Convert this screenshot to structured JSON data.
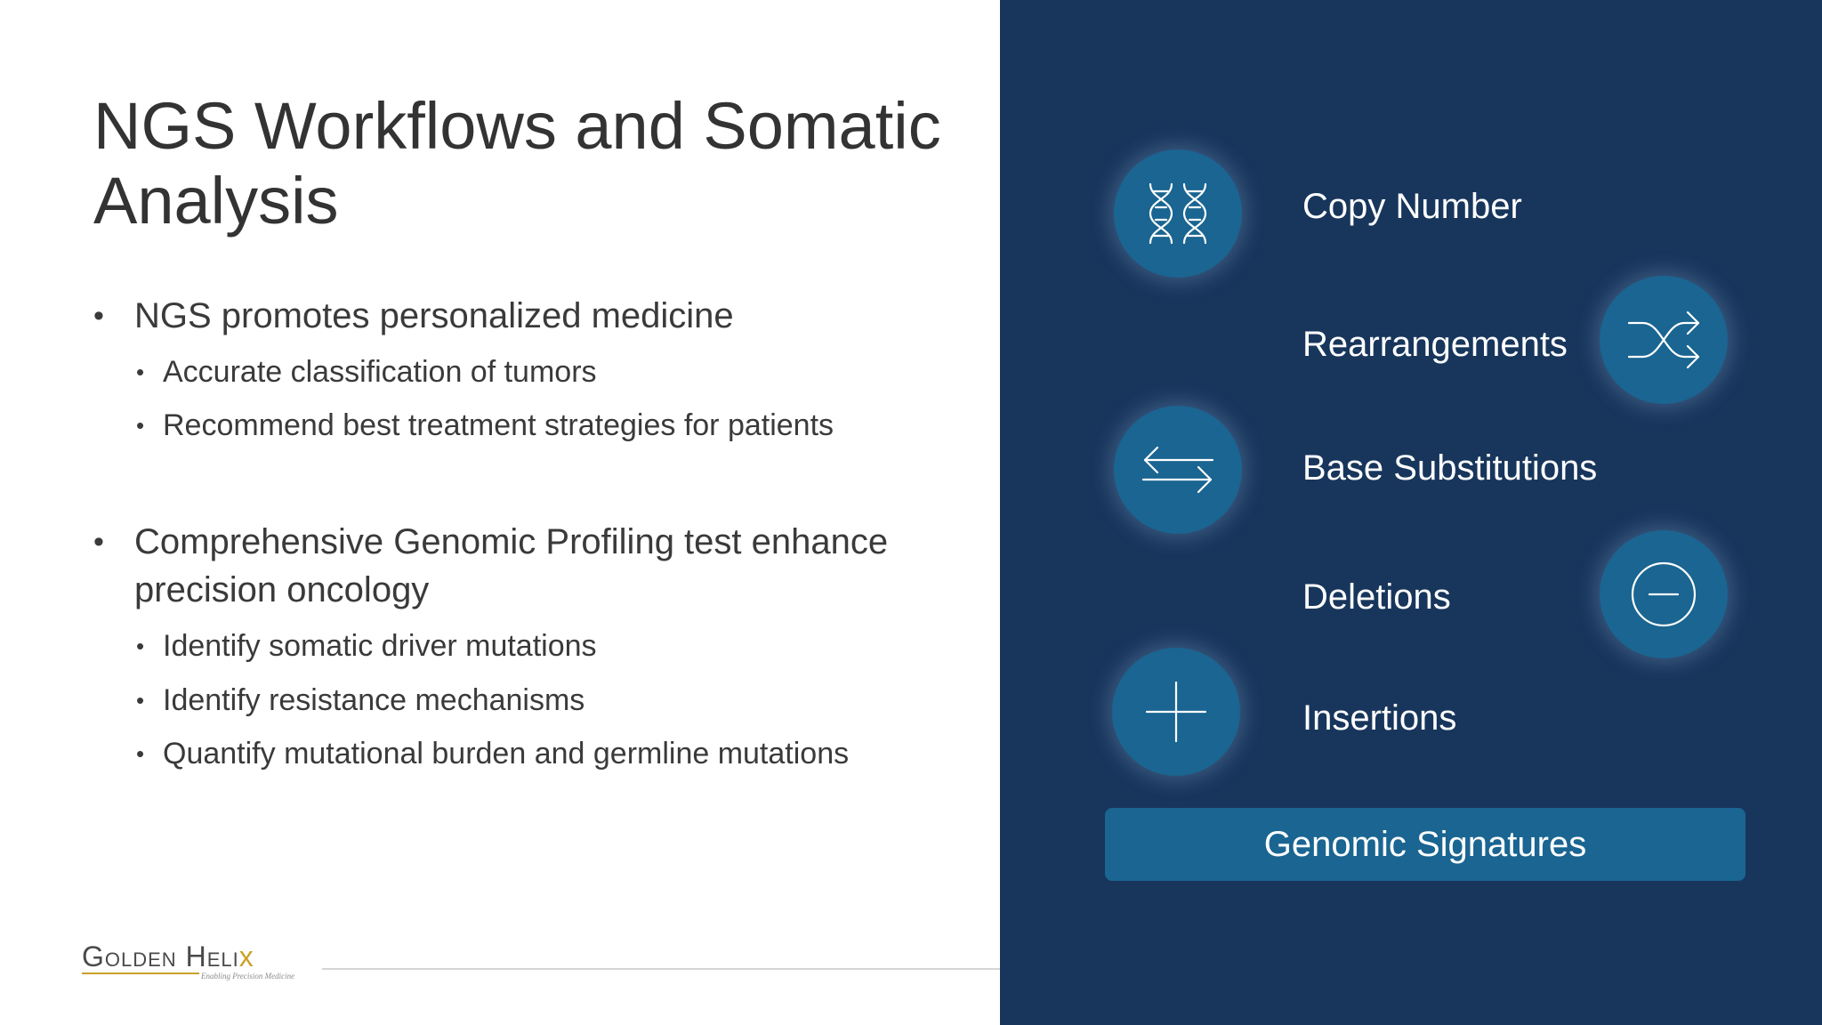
{
  "slide": {
    "title_line1": "NGS Workflows and Somatic",
    "title_line2": "Analysis",
    "bullets": [
      {
        "text": "NGS promotes personalized medicine",
        "sub": [
          "Accurate classification of tumors",
          "Recommend best treatment strategies for patients"
        ]
      },
      {
        "text_line1": "Comprehensive Genomic Profiling test enhance",
        "text_line2": "precision oncology",
        "sub": [
          "Identify somatic driver mutations",
          "Identify resistance mechanisms",
          "Quantify mutational burden and germline mutations"
        ]
      }
    ]
  },
  "panel": {
    "items": [
      {
        "label": "Copy Number",
        "icon": "dna-icon"
      },
      {
        "label": "Rearrangements",
        "icon": "shuffle-icon"
      },
      {
        "label": "Base Substitutions",
        "icon": "swap-arrows-icon"
      },
      {
        "label": "Deletions",
        "icon": "minus-circle-icon"
      },
      {
        "label": "Insertions",
        "icon": "plus-icon"
      }
    ],
    "signature_label": "Genomic Signatures"
  },
  "logo": {
    "name_part1": "Golden Heli",
    "name_x": "x",
    "tagline": "Enabling Precision Medicine"
  },
  "colors": {
    "panel_bg": "#18365c",
    "circle_bg": "#1a6591",
    "title_text": "#333333",
    "logo_gold": "#c9a227"
  }
}
